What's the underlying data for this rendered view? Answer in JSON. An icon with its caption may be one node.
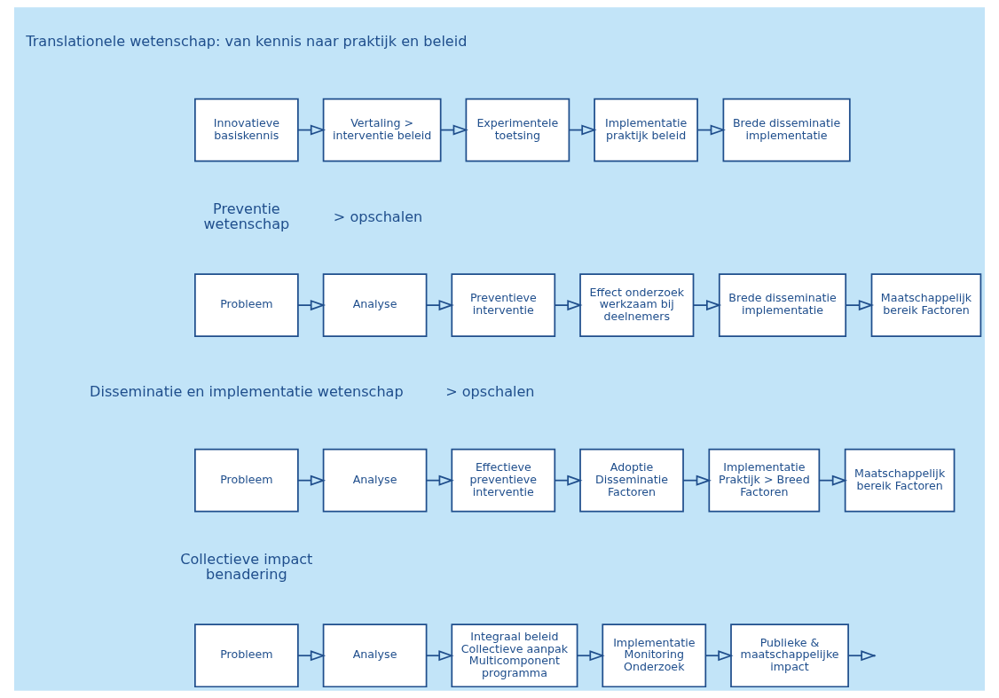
{
  "diagram": {
    "nodes": [
      {
        "text": [
          "Innovatieve basiskennis"
        ]
      },
      {
        "text": [
          "Vertaling > interventie beleid"
        ]
      },
      {
        "text": [
          "Experimentele toetsing"
        ]
      },
      {
        "text": [
          "Implementatie praktijk beleid"
        ]
      },
      {
        "text": [
          "Brede disseminatie implementatie"
        ]
      },
      {
        "text": [
          "Probleem"
        ]
      },
      {
        "text": [
          "Analyse"
        ]
      },
      {
        "text": [
          "Preventieve interventie"
        ]
      },
      {
        "text": [
          "Effect onderzoek werkzaam bij deelnemers"
        ]
      },
      {
        "text": [
          "Brede disseminatie implementatie"
        ]
      },
      {
        "text": [
          "Maatschappelijk bereik Factoren"
        ]
      },
      {
        "text": [
          "Probleem"
        ]
      },
      {
        "text": [
          "Analyse"
        ]
      },
      {
        "text": [
          "Effectieve preventieve interventie"
        ]
      },
      {
        "text": [
          "Adoptie Disseminatie Factoren"
        ]
      },
      {
        "text": [
          "Implementatie Praktijk > Breed Factoren"
        ]
      },
      {
        "text": [
          "Maatschappelijk bereik Factoren"
        ]
      },
      {
        "text": [
          "Probleem"
        ]
      },
      {
        "text": [
          "Analyse"
        ]
      },
      {
        "text": [
          "Integraal beleid Collectieve aanpak Multicomponent programma"
        ]
      },
      {
        "text": [
          "Implementatie Monitoring Onderzoek"
        ]
      },
      {
        "text": [
          "Publieke & maatschappelijke impact"
        ]
      }
    ],
    "edges": [
      {
        "from": 0,
        "to": 1,
        "arrow": "to"
      },
      {
        "from": 1,
        "to": 2,
        "arrow": "to"
      },
      {
        "from": 2,
        "to": 3,
        "arrow": "to"
      },
      {
        "from": 3,
        "to": 4,
        "arrow": "to"
      },
      {
        "from": 5,
        "to": 6,
        "arrow": "to"
      },
      {
        "from": 6,
        "to": 7,
        "arrow": "to"
      },
      {
        "from": 7,
        "to": 8,
        "arrow": "to"
      },
      {
        "from": 8,
        "to": 9,
        "arrow": "to"
      },
      {
        "from": 9,
        "to": 10,
        "arrow": "to"
      },
      {
        "from": 11,
        "to": 12,
        "arrow": "to"
      },
      {
        "from": 12,
        "to": 13,
        "arrow": "to"
      },
      {
        "from": 13,
        "to": 14,
        "arrow": "to"
      },
      {
        "from": 14,
        "to": 15,
        "arrow": "to"
      },
      {
        "from": 15,
        "to": 16,
        "arrow": "to"
      },
      {
        "from": 17,
        "to": 18,
        "arrow": "to"
      },
      {
        "from": 18,
        "to": 19,
        "arrow": "to"
      },
      {
        "from": 19,
        "to": 20,
        "arrow": "to"
      },
      {
        "from": 20,
        "to": 21,
        "arrow": "to"
      },
      {
        "from": 21,
        "to": null,
        "arrow": "to"
      }
    ],
    "labels": [
      "Translationele wetenschap: van kennis naar praktijk en beleid",
      "Preventie wetenschap",
      "> opschalen",
      "Disseminatie en implementatie wetenschap",
      "> opschalen",
      "Collectieve impact benadering"
    ]
  }
}
